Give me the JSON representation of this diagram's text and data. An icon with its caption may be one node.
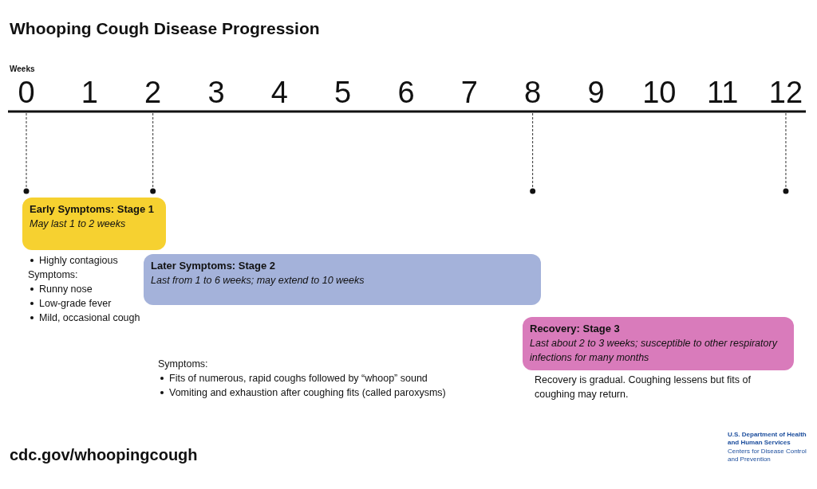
{
  "diagram": {
    "title": "Whooping Cough Disease Progression",
    "nodes": [
      {
        "text": [
          "Early Symptoms: Stage 1",
          "May last 1 to 2 weeks"
        ],
        "beside": [
          "Highly contagious",
          "Symptoms:",
          "Runny nose",
          "Low-grade fever",
          "Mild, occasional cough"
        ]
      },
      {
        "text": [
          "Later Symptoms: Stage 2",
          "Last from 1 to 6 weeks; may extend to 10 weeks"
        ],
        "beside": [
          "Symptoms:",
          "Fits of numerous, rapid coughs followed by “whoop” sound",
          "Vomiting and exhaustion after coughing fits (called paroxysms)"
        ]
      },
      {
        "text": [
          "Recovery: Stage 3",
          "Last about 2 to 3 weeks; susceptible to other respiratory infections for many months"
        ],
        "beside": [
          "Recovery is gradual. Coughing lessens but fits of coughing may return."
        ]
      }
    ],
    "labels": [
      "Weeks",
      "0",
      "1",
      "2",
      "3",
      "4",
      "5",
      "6",
      "7",
      "8",
      "9",
      "10",
      "11",
      "12",
      "cdc.gov/whoopingcough",
      "U.S. Department of Health and Human Services",
      "Centers for Disease Control and Prevention"
    ]
  }
}
